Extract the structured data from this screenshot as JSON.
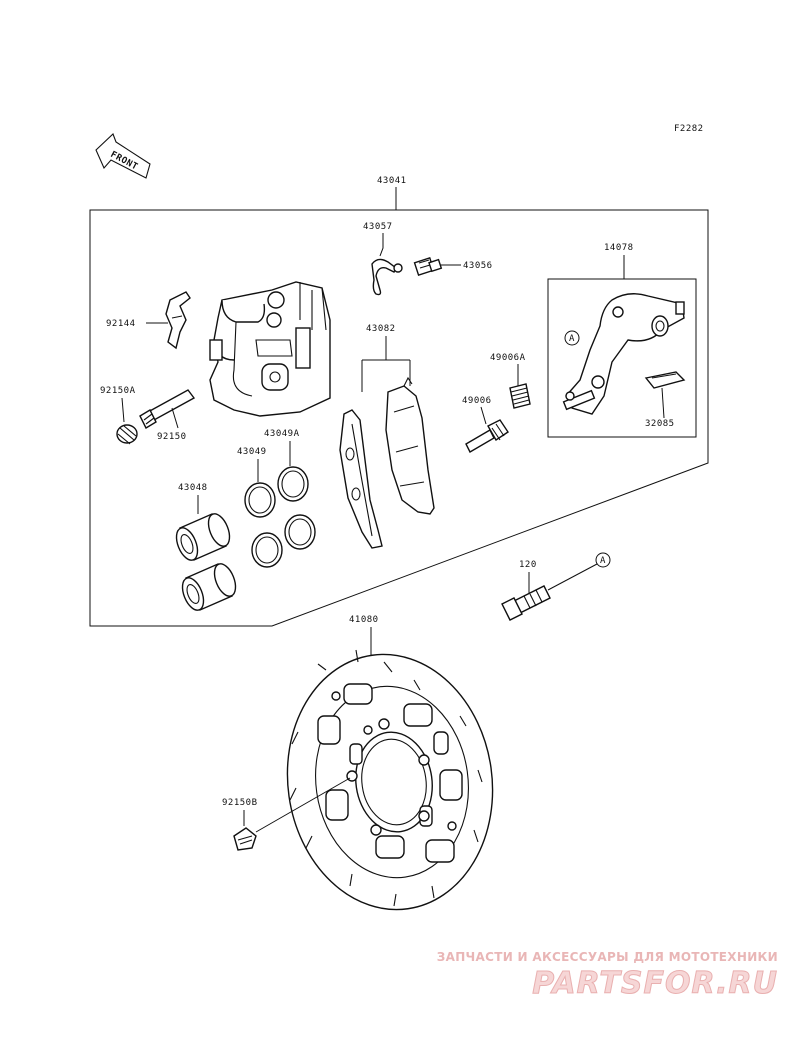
{
  "figure_code": "F2282",
  "front_arrow": "FRONT",
  "labels": {
    "assembly": "43041",
    "p43057": "43057",
    "p43056": "43056",
    "p14078": "14078",
    "p92144": "92144",
    "p43082": "43082",
    "p49006A": "49006A",
    "p92150A": "92150A",
    "p49006": "49006",
    "p92150": "92150",
    "p43049A": "43049A",
    "p43049": "43049",
    "p32085": "32085",
    "p43048": "43048",
    "p120": "120",
    "p41080": "41080",
    "p92150B": "92150B",
    "ref_a": "A"
  },
  "watermark": {
    "tagline": "ЗАПЧАСТИ И АКСЕССУАРЫ ДЛЯ МОТОТЕХНИКИ",
    "logo": "PARTSFOR.RU",
    "color": "#e9b0b0"
  }
}
